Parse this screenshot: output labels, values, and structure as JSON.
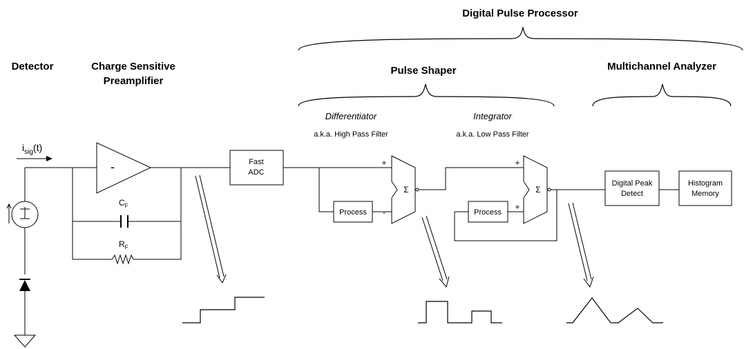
{
  "headings": {
    "digital_pulse_processor": "Digital Pulse Processor",
    "detector": "Detector",
    "preamp_line1": "Charge Sensitive",
    "preamp_line2": "Preamplifier",
    "pulse_shaper": "Pulse Shaper",
    "multichannel_analyzer": "Multichannel Analyzer"
  },
  "subheadings": {
    "differentiator": "Differentiator",
    "differentiator_aka": "a.k.a. High Pass Filter",
    "integrator": "Integrator",
    "integrator_aka": "a.k.a. Low Pass Filter"
  },
  "signal": {
    "main": "i",
    "subscript": "sig",
    "suffix": "(t)"
  },
  "preamp": {
    "op_sign": "-",
    "cf_main": "C",
    "cf_sub": "F",
    "rf_main": "R",
    "rf_sub": "F"
  },
  "blocks": {
    "adc_line1": "Fast",
    "adc_line2": "ADC",
    "process1": "Process",
    "process2": "Process",
    "peak_line1": "Digital Peak",
    "peak_line2": "Detect",
    "hist_line1": "Histogram",
    "hist_line2": "Memory"
  },
  "summers": {
    "sum1_plus": "+",
    "sum1_minus": "-",
    "sum1_symbol": "Σ",
    "sum2_plus_top": "+",
    "sum2_plus_bottom": "+",
    "sum2_symbol": "Σ"
  },
  "colors": {
    "ink": "#000000",
    "background": "#ffffff"
  }
}
